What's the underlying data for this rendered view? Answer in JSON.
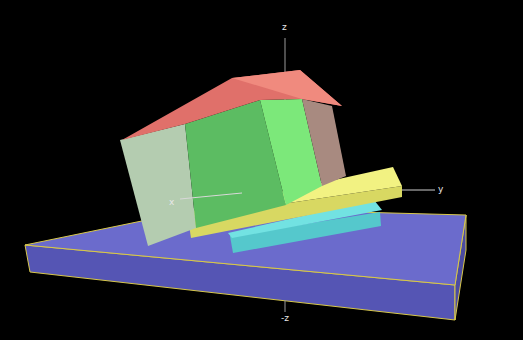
{
  "diagram": {
    "labels": [
      "z",
      "y",
      "x",
      "-z"
    ]
  }
}
